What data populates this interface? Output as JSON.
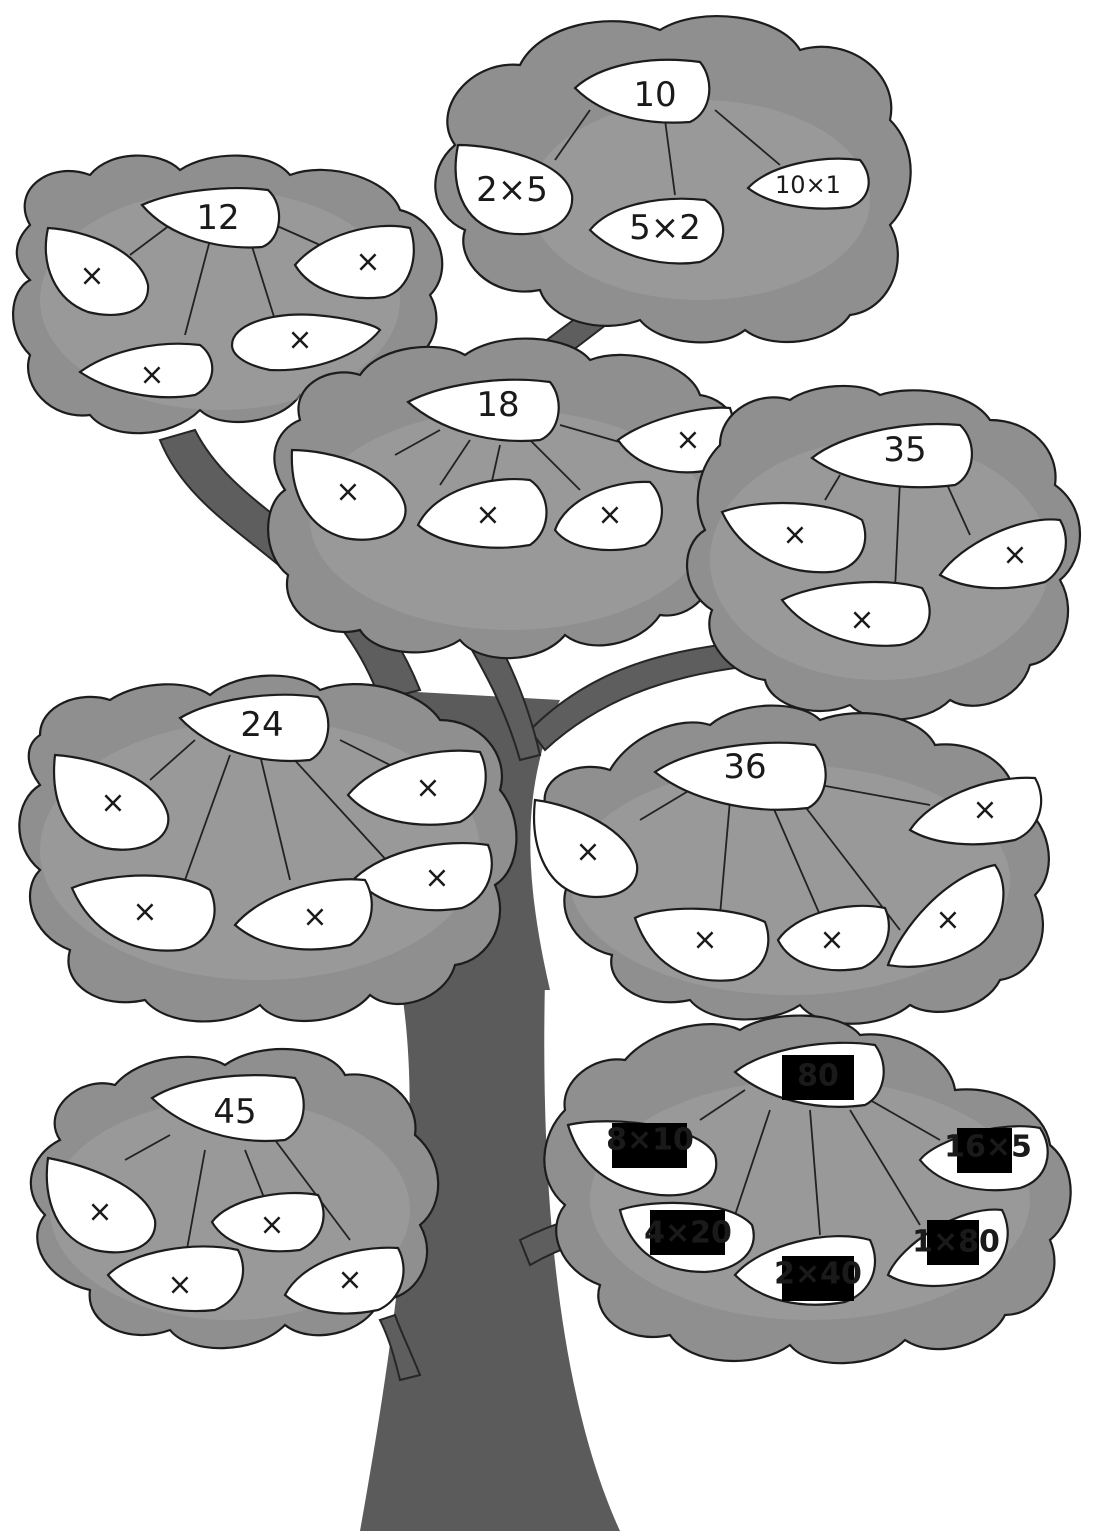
{
  "trees": {
    "t10": {
      "root": "10",
      "factors": [
        "2×5",
        "5×2",
        "10×1"
      ]
    },
    "t12": {
      "root": "12",
      "factors": [
        "×",
        "×",
        "×",
        "×"
      ]
    },
    "t18": {
      "root": "18",
      "factors": [
        "×",
        "×",
        "×",
        "×"
      ]
    },
    "t35": {
      "root": "35",
      "factors": [
        "×",
        "×",
        "×"
      ]
    },
    "t24": {
      "root": "24",
      "factors": [
        "×",
        "×",
        "×",
        "×",
        "×"
      ]
    },
    "t36": {
      "root": "36",
      "factors": [
        "×",
        "×",
        "×",
        "×",
        "×"
      ]
    },
    "t45": {
      "root": "45",
      "factors": [
        "×",
        "×",
        "×",
        "×"
      ]
    },
    "t80": {
      "root": "80",
      "factors": [
        "8×10",
        "16×5",
        "4×20",
        "2×40",
        "1×80"
      ]
    }
  },
  "colors": {
    "canopy": "#8f8f8f",
    "trunk": "#5b5b5b",
    "leaf": "#ffffff",
    "redaction": "#000000"
  }
}
